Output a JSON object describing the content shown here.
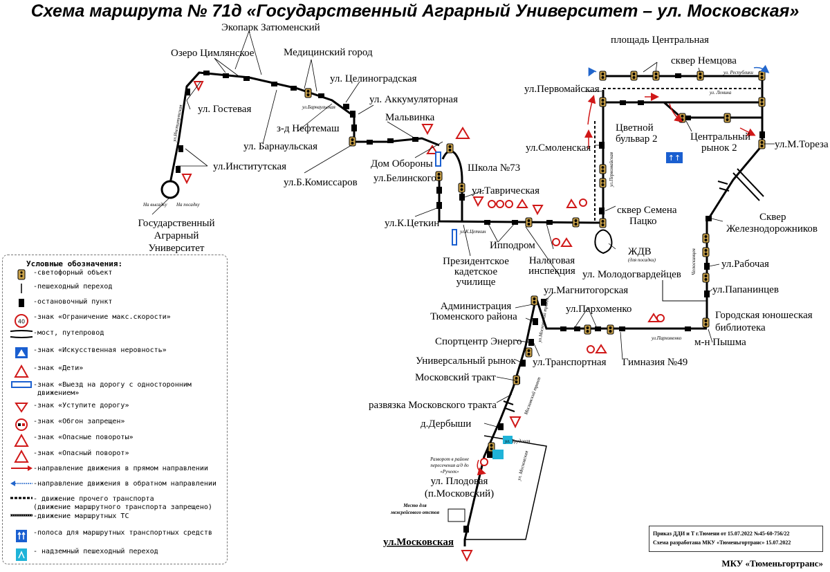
{
  "title": "Схема маршрута № 71д «Государственный Аграрный Университет – ул. Московская»",
  "stops": {
    "ekopark": "Экопарк Затюменский",
    "ozero": "Озеро Цимлянское",
    "medgorod": "Медицинский город",
    "tselinogradskaya": "ул. Целиноградская",
    "gostevaya": "ул. Гостевая",
    "akkumulyatornaya": "ул. Аккумуляторная",
    "neftemash": "з-д Нефтемаш",
    "malvinka": "Мальвинка",
    "barnaulskaya": "ул. Барнаульская",
    "institutskaya": "ул.Институтская",
    "komissarov": "ул.Б.Комиссаров",
    "dom_oborony": "Дом Обороны",
    "shkola73": "Школа №73",
    "belinskogo": "ул.Белинского",
    "tavricheskaya": "ул.Таврическая",
    "ktsetkin": "ул.К.Цеткин",
    "ippodrom": "Ипподром",
    "kadet_1": "Президентское",
    "kadet_2": "кадетское",
    "kadet_3": "училище",
    "nalog_1": "Налоговая",
    "nalog_2": "инспекция",
    "gau_1": "Государственный",
    "gau_2": "Аграрный",
    "gau_3": "Университет",
    "pl_central": "площадь Центральная",
    "skver_nemtsova": "сквер Немцова",
    "pervomayskaya": "ул.Первомайская",
    "smolenskaya": "ул.Смоленская",
    "bulvar_1": "Цветной",
    "bulvar_2": "бульвар 2",
    "rynok_1": "Центральный",
    "rynok_2": "рынок 2",
    "toreza": "ул.М.Тореза",
    "patsko_1": "сквер Семена",
    "patsko_2": "Пацко",
    "zhdv": "ЖДВ",
    "skver_zhd_1": "Сквер",
    "skver_zhd_2": "Железнодорожников",
    "rabochaya": "ул.Рабочая",
    "molodogvardeytsev": "ул. Молодогвардейцев",
    "papanintsev": "ул.Папанинцев",
    "biblioteka_1": "Городская юношеская",
    "biblioteka_2": "библиотека",
    "pyshma": "м-н Пышма",
    "magnitogorskaya": "ул.Магнитогорская",
    "admin_1": "Администрация",
    "admin_2": "Тюменского района",
    "parkhomenko": "ул.Пархоменко",
    "energo": "Спортцентр Энерго",
    "transportnaya": "ул.Транспортная",
    "gimnaziya": "Гимназия №49",
    "univ_rynok": "Универсальный рынок",
    "mosk_trakt": "Московский тракт",
    "razvyazka": "развязка Московского тракта",
    "derbyshi": "д.Дербыши",
    "plodovaya_1": "ул. Плодовая",
    "plodovaya_2": "(п.Московский)",
    "moskovskaya": "ул.Московская"
  },
  "small_labels": {
    "na_vysadku": "На высадку",
    "na_posadku": "На посадку",
    "institutskaya_street": "ул.Институтская",
    "barnaulskaya_street": "ул.Барнаульская",
    "tsetkin_street": "ул.К.Цеткин",
    "respubliki_street": "ул. Республики",
    "lenina_street": "ул. Ленина",
    "pervomayskaya_street": "ул.Первомайская",
    "zhdv_note": "(для посадки)",
    "chelyuskintsev_street": "Челюскинцев",
    "moskovsky_trakt_street": "ул.Московский тракт",
    "parkhomenko_street": "ул.Пархоменко",
    "trakt_rayon": "Московский тракт",
    "trudovaya_street": "ул. Трудовая",
    "moskovskaya_street": "ул. Московская",
    "razvorot_1": "Разворот в районе",
    "razvorot_2": "пересечения а/д до",
    "razvorot_3": "«Ручеек»",
    "mesto_1": "Место для",
    "mesto_2": "межрейсового отстоя"
  },
  "legend": {
    "title": "Условные обозначения:",
    "items": [
      {
        "icon": "traffic-light-icon",
        "text": "-светофорный объект"
      },
      {
        "icon": "crosswalk-icon",
        "text": "-пешеходный переход"
      },
      {
        "icon": "bus-stop-icon",
        "text": "-остановочный пункт"
      },
      {
        "icon": "speed-limit-icon",
        "speed": "40",
        "text": "-знак «Ограничение макс.скорости»"
      },
      {
        "icon": "bridge-icon",
        "text": "-мост, путепровод"
      },
      {
        "icon": "speed-bump-icon",
        "text": "-знак «Искусственная неровность»"
      },
      {
        "icon": "children-sign-icon",
        "text": "-знак «Дети»"
      },
      {
        "icon": "one-way-exit-icon",
        "text": "-знак «Выезд на дорогу с односторонним\n движением»"
      },
      {
        "icon": "yield-sign-icon",
        "text": "-знак «Уступите дорогу»"
      },
      {
        "icon": "no-overtaking-icon",
        "text": "-знак «Обгон запрещен»"
      },
      {
        "icon": "dangerous-turns-icon",
        "text": "-знак «Опасные повороты»"
      },
      {
        "icon": "dangerous-turn-icon",
        "text": "-знак «Опасный поворот»"
      },
      {
        "icon": "forward-arrow-icon",
        "text": "-направление движения в прямом направлении"
      },
      {
        "icon": "reverse-arrow-icon",
        "text": "-направление движения в обратном направлении"
      },
      {
        "icon": "other-traffic-icon",
        "text": "- движение прочего транспорта\n(движение маршрутного транспорта запрещено)"
      },
      {
        "icon": "route-traffic-icon",
        "text": "-движение маршрутных ТС"
      },
      {
        "icon": "bus-lane-icon",
        "text": "-полоса для маршрутных транспортных средств"
      },
      {
        "icon": "overpass-icon",
        "text": "- надземный пешеходный переход"
      }
    ]
  },
  "order": {
    "line1": "Приказ ДДИ и Т г.Тюмени от 15.07.2022 №45-60-756/22",
    "line2": "Схема разработана МКУ «Тюменьгортранс» 15.07.2022"
  },
  "footer": "МКУ «Тюменьгортранс»",
  "colors": {
    "sign_red": "#d01818",
    "bus_lane_blue": "#1a5fd0",
    "overpass_cyan": "#1fb3d8",
    "reverse_blue": "#2266cc"
  }
}
